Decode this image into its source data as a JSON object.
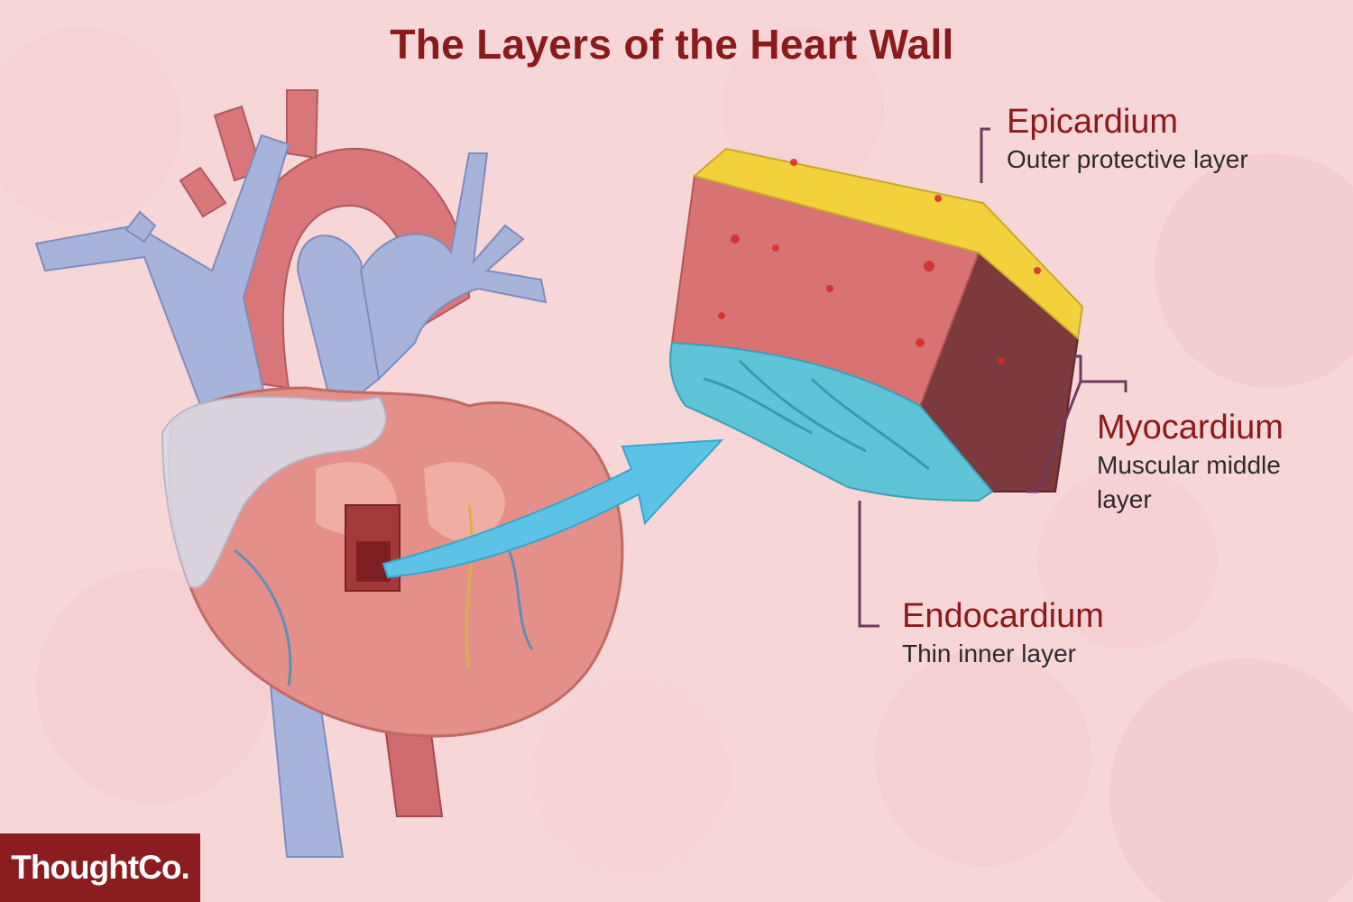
{
  "title": "The Layers of the Heart Wall",
  "labels": {
    "epicardium": {
      "name": "Epicardium",
      "description": "Outer protective layer"
    },
    "myocardium": {
      "name": "Myocardium",
      "description": "Muscular middle layer"
    },
    "endocardium": {
      "name": "Endocardium",
      "description": "Thin inner layer"
    }
  },
  "logo": {
    "text": "ThoughtCo."
  },
  "colors": {
    "title": "#8b1a1a",
    "label_name": "#8b1a1a",
    "description": "#2b2b2b",
    "background": "#f7d6d8",
    "leader_line": "#6e3a5e",
    "logo_background": "#8b1c1f",
    "epicardium": "#f2d13c",
    "myocardium": "#d97373",
    "myocardium_side": "#7d3a3c",
    "endocardium": "#5fc4d8",
    "arrow": "#5cc3e6",
    "vein": "#a6b3da",
    "artery": "#d8777a"
  }
}
